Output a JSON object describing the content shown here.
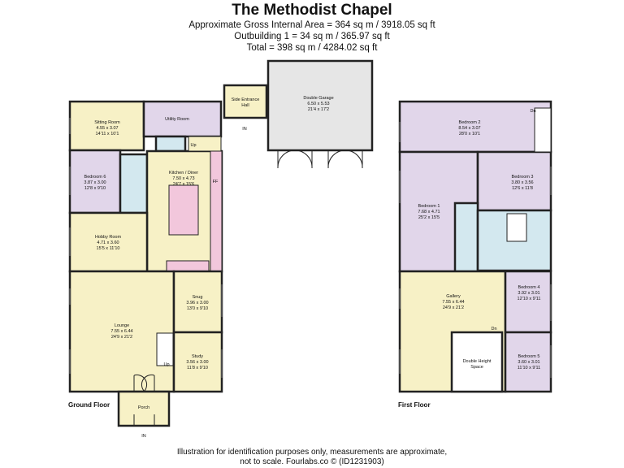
{
  "header": {
    "title": "The Methodist Chapel",
    "line1": "Approximate Gross Internal Area = 364 sq m / 3918.05 sq ft",
    "line2": "Outbuilding 1  = 34 sq m / 365.97 sq ft",
    "line3": "Total = 398 sq m / 4284.02 sq ft"
  },
  "floors": {
    "ground": "Ground Floor",
    "first": "First Floor"
  },
  "rooms": {
    "sitting": {
      "name": "Sitting Room",
      "metric": "4.55 x 3.07",
      "imperial": "14'11 x 10'1"
    },
    "utility": {
      "name": "Utility Room"
    },
    "side_hall": {
      "name": "Side Entrance",
      "name2": "Hall"
    },
    "garage": {
      "name": "Double Garage",
      "metric": "6.50 x 5.53",
      "imperial": "21'4 x 17'2"
    },
    "bed6": {
      "name": "Bedroom 6",
      "metric": "3.87 x 3.00",
      "imperial": "12'8 x 9'10"
    },
    "kitchen": {
      "name": "Kitchen / Diner",
      "metric": "7.50 x 4.73",
      "imperial": "24'7 x 15'6"
    },
    "hobby": {
      "name": "Hobby Room",
      "metric": "4.71 x 3.60",
      "imperial": "15'5 x 11'10"
    },
    "snug": {
      "name": "Snug",
      "metric": "3.96 x 3.00",
      "imperial": "13'0 x 9'10"
    },
    "lounge": {
      "name": "Lounge",
      "metric": "7.55 x 6.44",
      "imperial": "24'9 x 21'2"
    },
    "study": {
      "name": "Study",
      "metric": "3.56 x 3.00",
      "imperial": "11'8 x 9'10"
    },
    "porch": {
      "name": "Porch"
    },
    "bed2": {
      "name": "Bedroom 2",
      "metric": "8.54 x 3.07",
      "imperial": "28'0 x 10'1"
    },
    "bed1": {
      "name": "Bedroom 1",
      "metric": "7.68 x 4.71",
      "imperial": "25'2 x 15'5"
    },
    "bed3": {
      "name": "Bedroom 3",
      "metric": "3.80 x 3.56",
      "imperial": "12'6 x 11'8"
    },
    "gallery": {
      "name": "Gallery",
      "metric": "7.55 x 6.44",
      "imperial": "24'9 x 21'2"
    },
    "bed4": {
      "name": "Bedroom 4",
      "metric": "3.92 x 3.01",
      "imperial": "12'10 x 9'11"
    },
    "double_height": {
      "name": "Double Height",
      "name2": "Space"
    },
    "bed5": {
      "name": "Bedroom 5",
      "metric": "3.60 x 3.01",
      "imperial": "11'10 x 9'11"
    }
  },
  "markers": {
    "in": "IN",
    "up": "Up",
    "dn": "Dn",
    "ff": "FF"
  },
  "colors": {
    "yellow": "#f7f1c6",
    "purple": "#e1d6ea",
    "blue": "#d3e8ef",
    "pink": "#f2c7dc",
    "grey": "#e6e6e6",
    "white": "#ffffff",
    "wall": "#222222"
  },
  "footer": {
    "line1": "Illustration for identification purposes only, measurements are approximate,",
    "line2": "not to scale. Fourlabs.co © (ID1231903)"
  }
}
